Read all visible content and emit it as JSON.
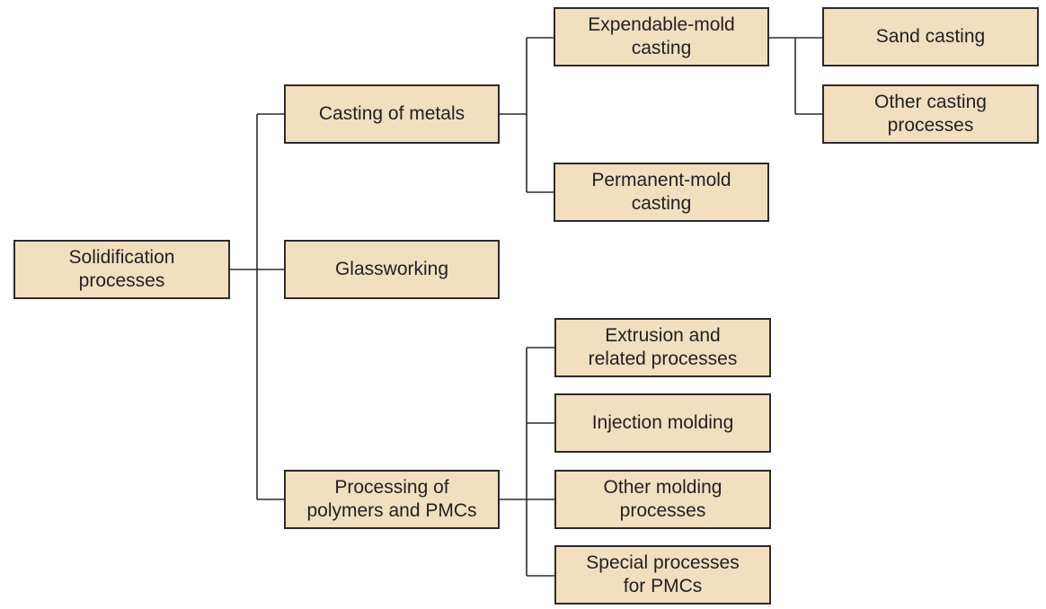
{
  "colors": {
    "box_fill": "#f2dfc0",
    "box_border": "#2b2b2b",
    "connector": "#2b2b2b",
    "text": "#231f20"
  },
  "nodes": {
    "root": "Solidification\nprocesses",
    "casting": "Casting of metals",
    "glass": "Glassworking",
    "polymers": "Processing of\npolymers and PMCs",
    "expendable": "Expendable-mold\ncasting",
    "permanent": "Permanent-mold\ncasting",
    "sand": "Sand casting",
    "other_casting": "Other casting\nprocesses",
    "extrusion": "Extrusion and\nrelated processes",
    "injection": "Injection molding",
    "other_molding": "Other molding\nprocesses",
    "special": "Special processes\nfor PMCs"
  },
  "edges": [
    [
      "root",
      "casting"
    ],
    [
      "root",
      "glass"
    ],
    [
      "root",
      "polymers"
    ],
    [
      "casting",
      "expendable"
    ],
    [
      "casting",
      "permanent"
    ],
    [
      "expendable",
      "sand"
    ],
    [
      "expendable",
      "other_casting"
    ],
    [
      "polymers",
      "extrusion"
    ],
    [
      "polymers",
      "injection"
    ],
    [
      "polymers",
      "other_molding"
    ],
    [
      "polymers",
      "special"
    ]
  ]
}
